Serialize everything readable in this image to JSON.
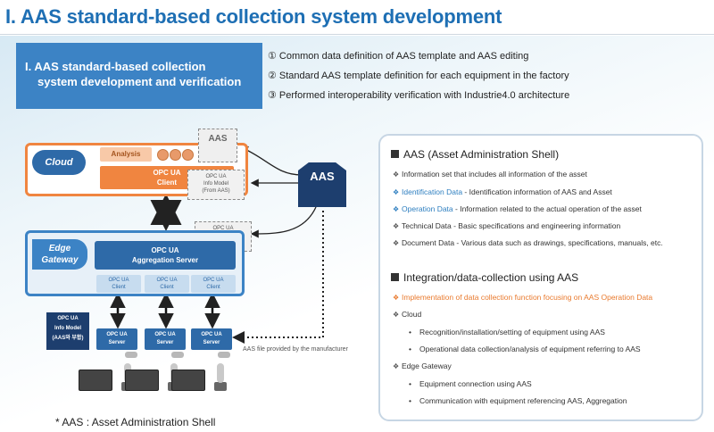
{
  "title": "I. AAS standard-based collection system development",
  "header": {
    "line1": "I. AAS standard-based collection",
    "line2": "system development and verification"
  },
  "bullets": [
    "① Common data definition of AAS template and AAS editing",
    "② Standard AAS template definition for each equipment in the factory",
    "③ Performed interoperability verification with Industrie4.0 architecture"
  ],
  "diagram": {
    "cloud_label": "Cloud",
    "analysis": "Analysis",
    "opc_client": "OPC UA\nClient",
    "aas_cube": "AAS",
    "info_model_cloud": "OPC UA\nInfo Model\n(From AAS)",
    "info_model_edge": "OPC UA\nInfo Model\n(From AAS)",
    "aas_main": "AAS",
    "edge_label": "Edge\nGateway",
    "agg_server": "OPC UA\nAggregation Server",
    "small_clients": [
      "OPC UA\nClient",
      "OPC UA\nClient",
      "OPC UA\nClient"
    ],
    "servers": [
      "OPC UA\nServer",
      "OPC UA\nServer",
      "OPC UA\nServer"
    ],
    "info_dark": "OPC UA\nInfo Model\n(AAS와 부합)",
    "aas_file": "AAS file provided by the manufacturer",
    "footnote": "* AAS : Asset Administration Shell"
  },
  "panel": {
    "heading1": "AAS (Asset Administration Shell)",
    "items1": [
      {
        "text": "Information set that includes all information of the asset",
        "prefix": ""
      },
      {
        "prefix": "Identification Data",
        "text": " - Identification information of AAS and Asset"
      },
      {
        "prefix": "Operation Data",
        "text": " - Information related to the actual operation of the asset"
      },
      {
        "text": "Technical Data - Basic specifications and engineering information",
        "prefix": ""
      },
      {
        "text": "Document Data - Various data such as drawings, specifications, manuals, etc.",
        "prefix": ""
      }
    ],
    "heading2": "Integration/data-collection using AAS",
    "items2": {
      "orange": "Implementation of data collection function focusing on AAS Operation Data",
      "cloud": "Cloud",
      "cloud_sub": [
        "Recognition/installation/setting of equipment using AAS",
        "Operational data collection/analysis of equipment referring to AAS"
      ],
      "edge": "Edge Gateway",
      "edge_sub": [
        "Equipment connection using AAS",
        "Communication with equipment referencing AAS, Aggregation"
      ]
    }
  },
  "colors": {
    "title_blue": "#1e6fb4",
    "header_blue": "#3c83c5",
    "cloud_orange": "#f08540",
    "aas_navy": "#1d3e6e",
    "highlight_blue": "#2e7fc0",
    "highlight_orange": "#e97a2e"
  }
}
